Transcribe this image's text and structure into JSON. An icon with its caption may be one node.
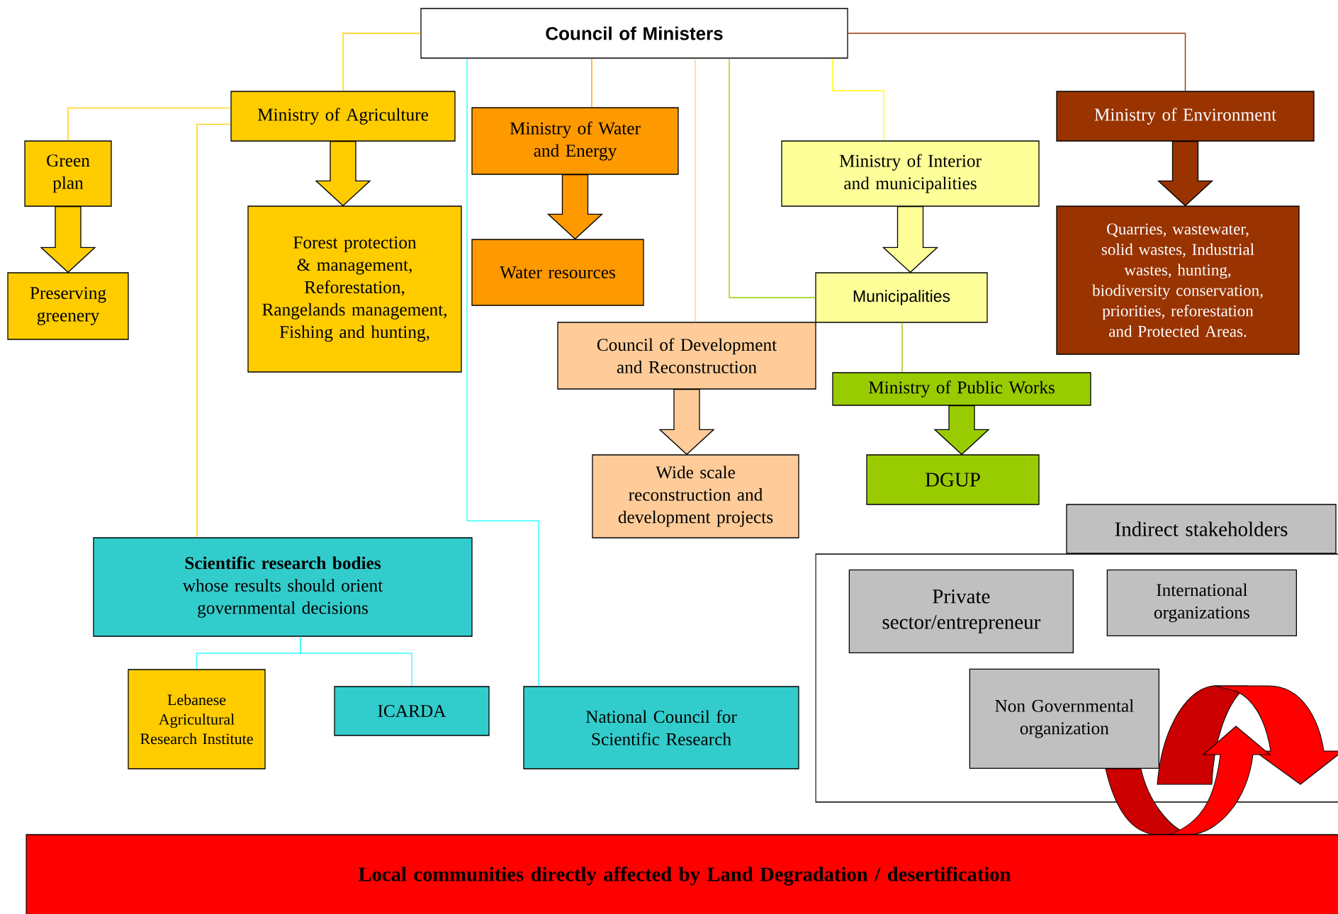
{
  "diagram": {
    "nodes": [
      {
        "text": [
          "Council of Ministers"
        ]
      },
      {
        "text": [
          "Ministry of Agriculture"
        ]
      },
      {
        "text": [
          "Green plan"
        ]
      },
      {
        "text": [
          "Preserving greenery"
        ]
      },
      {
        "text": [
          "Forest protection & management, Reforestation, Rangelands management, Fishing and hunting,"
        ]
      },
      {
        "text": [
          "Ministry of Water and Energy"
        ]
      },
      {
        "text": [
          "Water resources"
        ]
      },
      {
        "text": [
          "Ministry of Interior and municipalities"
        ]
      },
      {
        "text": [
          "Municipalities"
        ]
      },
      {
        "text": [
          "Ministry of Environment"
        ]
      },
      {
        "text": [
          "Quarries, wastewater, solid wastes, Industrial wastes, hunting, biodiversity conservation, priorities, reforestation and Protected Areas."
        ]
      },
      {
        "text": [
          "Council of Development and Reconstruction"
        ]
      },
      {
        "text": [
          "Wide scale reconstruction and development projects"
        ]
      },
      {
        "text": [
          "Ministry of Public Works"
        ]
      },
      {
        "text": [
          "DGUP"
        ]
      },
      {
        "text": [
          "Scientific research bodies",
          "whose results should orient governmental decisions"
        ]
      },
      {
        "text": [
          "Lebanese Agricultural Research Institute"
        ]
      },
      {
        "text": [
          "ICARDA"
        ]
      },
      {
        "text": [
          "National Council for Scientific Research"
        ]
      },
      {
        "text": [
          "Indirect stakeholders"
        ]
      },
      {
        "text": [
          "Private sector/entrepreneur"
        ],
        "in": 19
      },
      {
        "text": [
          "International organizations"
        ],
        "in": 19
      },
      {
        "text": [
          "Non Governmental organization"
        ],
        "in": 19
      },
      {
        "text": [
          "Local communities directly affected by Land Degradation / desertification"
        ]
      }
    ],
    "edges": [
      {
        "from": 0,
        "to": 1,
        "arrow": "none",
        "color": "#ffcc00"
      },
      {
        "from": 1,
        "to": 2,
        "arrow": "none",
        "color": "#ffcc00"
      },
      {
        "from": 1,
        "to": 15,
        "arrow": "none",
        "color": "#ffcc00"
      },
      {
        "from": 0,
        "to": 5,
        "arrow": "none",
        "color": "#ff9900"
      },
      {
        "from": 0,
        "to": 18,
        "arrow": "none",
        "color": "#33ffff"
      },
      {
        "from": 0,
        "to": 11,
        "arrow": "none",
        "color": "#ffcc99"
      },
      {
        "from": 0,
        "to": 8,
        "arrow": "none",
        "color": "#99cc00"
      },
      {
        "from": 0,
        "to": 7,
        "arrow": "none",
        "color": "#ffff00"
      },
      {
        "from": 0,
        "to": 9,
        "arrow": "none",
        "color": "#993300"
      },
      {
        "from": 8,
        "to": 13,
        "arrow": "none",
        "color": "#99cc00"
      },
      {
        "from": 15,
        "to": 16,
        "arrow": "none",
        "color": "#33ffff"
      },
      {
        "from": 15,
        "to": 17,
        "arrow": "none",
        "color": "#33ffff"
      },
      {
        "from": 1,
        "to": 4,
        "arrow": "to",
        "style": "thick",
        "color": "#ffcc00"
      },
      {
        "from": 2,
        "to": 3,
        "arrow": "to",
        "style": "thick",
        "color": "#ffcc00"
      },
      {
        "from": 5,
        "to": 6,
        "arrow": "to",
        "style": "thick",
        "color": "#ff9900"
      },
      {
        "from": 7,
        "to": 8,
        "arrow": "to",
        "style": "thick",
        "color": "#ffff99"
      },
      {
        "from": 9,
        "to": 10,
        "arrow": "to",
        "style": "thick",
        "color": "#993300"
      },
      {
        "from": 11,
        "to": 12,
        "arrow": "to",
        "style": "thick",
        "color": "#ffcc99"
      },
      {
        "from": 13,
        "to": 14,
        "arrow": "to",
        "style": "thick",
        "color": "#99cc00"
      }
    ]
  }
}
